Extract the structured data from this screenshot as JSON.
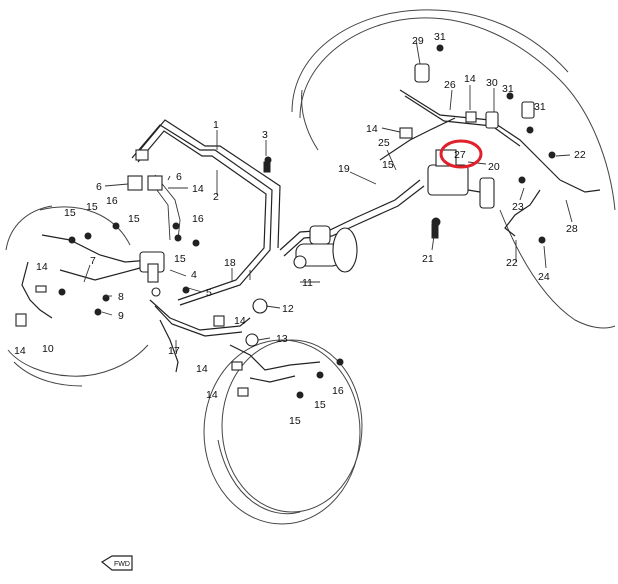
{
  "callouts": {
    "c1": "1",
    "c2": "2",
    "c3": "3",
    "c4": "4",
    "c5": "5",
    "c6a": "6",
    "c6b": "6",
    "c7": "7",
    "c8": "8",
    "c9": "9",
    "c10": "10",
    "c11": "11",
    "c12": "12",
    "c13": "13",
    "c14a": "14",
    "c14b": "14",
    "c14c": "14",
    "c14d": "14",
    "c14e": "14",
    "c14f": "14",
    "c14g": "14",
    "c14h": "14",
    "c15a": "15",
    "c15b": "15",
    "c15c": "15",
    "c15d": "15",
    "c15e": "15",
    "c15f": "15",
    "c15g": "15",
    "c16a": "16",
    "c16b": "16",
    "c16c": "16",
    "c17": "17",
    "c18": "18",
    "c19": "19",
    "c20": "20",
    "c21": "21",
    "c22a": "22",
    "c22b": "22",
    "c23": "23",
    "c24": "24",
    "c25": "25",
    "c26": "26",
    "c27": "27",
    "c28": "28",
    "c29": "29",
    "c30": "30",
    "c31a": "31",
    "c31b": "31",
    "c31c": "31"
  },
  "direction_badge": "FWD",
  "highlight": {
    "part": "27",
    "color": "#e0202a"
  }
}
